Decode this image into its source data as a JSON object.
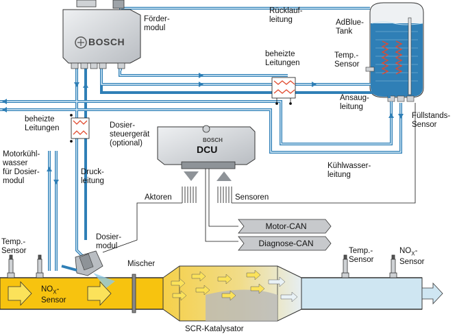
{
  "labels": {
    "foerdermodul": [
      "Förder-",
      "modul"
    ],
    "ruecklauf": [
      "Rücklauf-",
      "leitung"
    ],
    "adblue_tank": [
      "AdBlue-",
      "Tank"
    ],
    "beheizte_top": [
      "beheizte",
      "Leitungen"
    ],
    "temp_sensor_tank": [
      "Temp.-",
      "Sensor"
    ],
    "ansaugleitung": [
      "Ansaug-",
      "leitung"
    ],
    "fuellstands": [
      "Füllstands-",
      "Sensor"
    ],
    "beheizte_left": [
      "beheizte",
      "Leitungen"
    ],
    "dosiersteuer": [
      "Dosier-",
      "steuergerät",
      "(optional)"
    ],
    "motorkuehl": [
      "Motorkühl-",
      "wasser",
      "für Dosier-",
      "modul"
    ],
    "druckleitung": [
      "Druck-",
      "leitung"
    ],
    "kuehlwasser": [
      "Kühlwasser-",
      "leitung"
    ],
    "aktoren": "Aktoren",
    "sensoren": "Sensoren",
    "motor_can": "Motor-CAN",
    "diagnose_can": "Diagnose-CAN",
    "temp_sensor_left": [
      "Temp.-",
      "Sensor"
    ],
    "dosiermodul": [
      "Dosier-",
      "modul"
    ],
    "mischer": "Mischer",
    "temp_sensor_right": [
      "Temp.-",
      "Sensor"
    ],
    "nox_sensor_right": [
      "NO",
      "X",
      "-",
      "Sensor"
    ],
    "nox_sensor_left": [
      "NO",
      "X",
      "-",
      "Sensor"
    ],
    "scr_katalysator": "SCR-Katalysator"
  },
  "brand": {
    "bosch_pump": "BOSCH",
    "bosch_dcu": "BOSCH",
    "dcu_name": "DCU"
  },
  "colors": {
    "line_blue": "#2f7fb6",
    "tank_fluid": "#2f7fb6",
    "exhaust_hot": "#f7c30f",
    "exhaust_clean": "#cfe6f2",
    "module_gray": "#d9dcdf",
    "can_gray": "#c7c9cc",
    "heater_red": "#e14a2e"
  }
}
